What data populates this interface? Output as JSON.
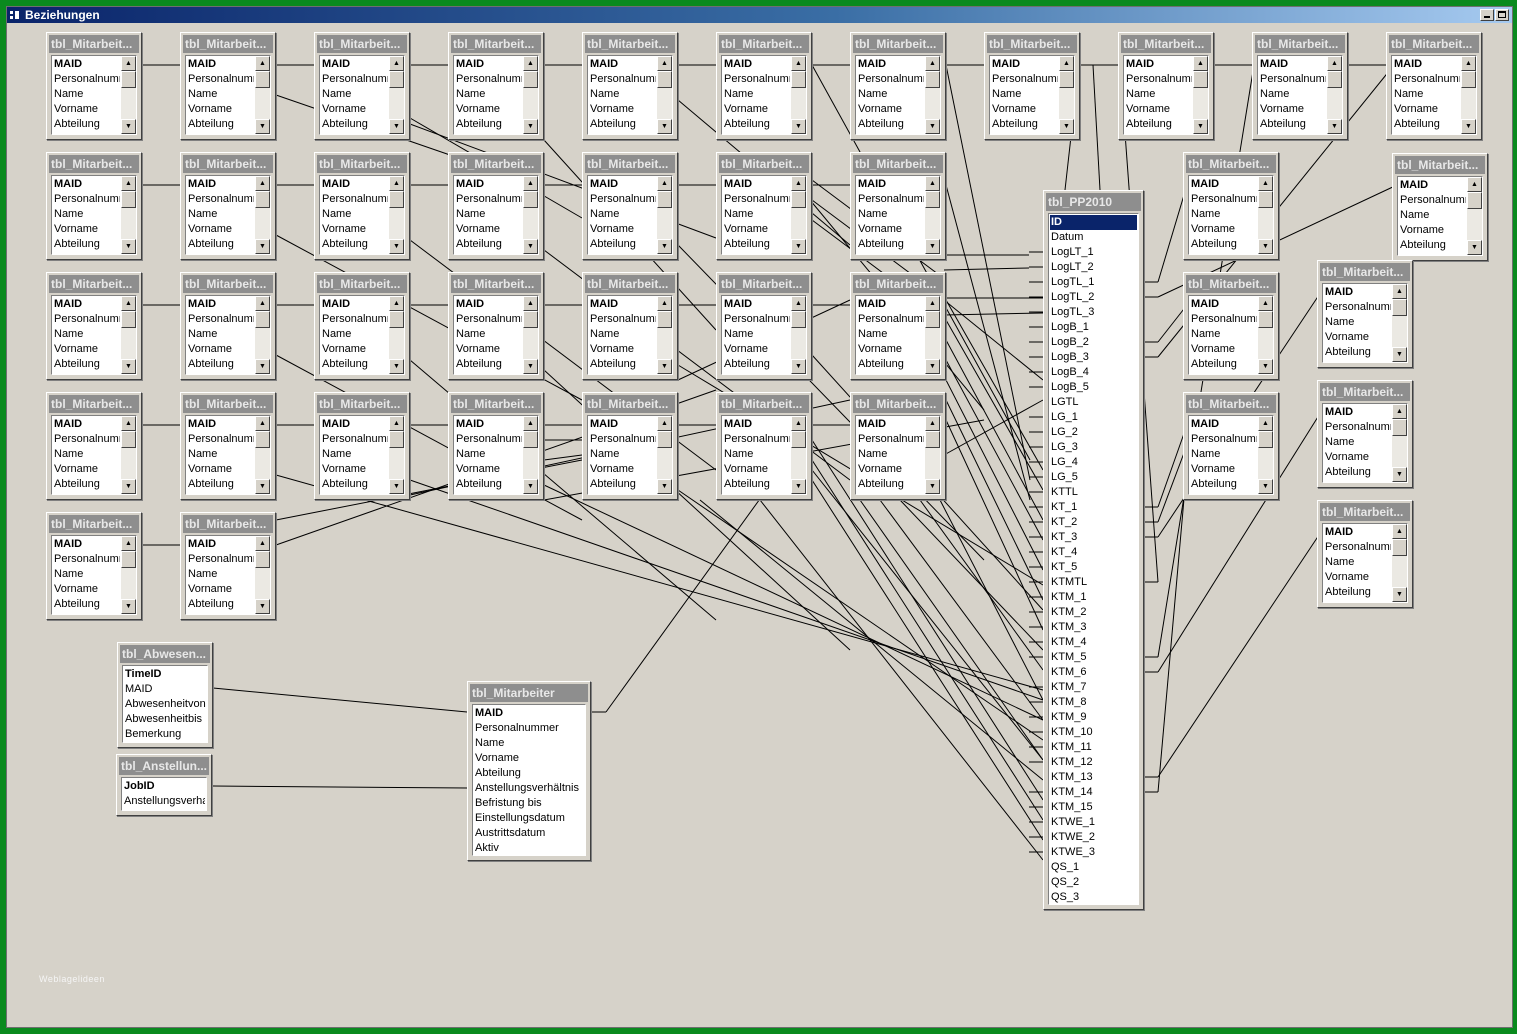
{
  "window": {
    "title": "Beziehungen"
  },
  "icons": {
    "window": "db-window-icon",
    "minimize": "minimize-icon",
    "maximize": "maximize-icon",
    "scroll_up": "scroll-up-arrow-icon",
    "scroll_down": "scroll-down-arrow-icon"
  },
  "colors": {
    "desktop": "#0a8a1e",
    "canvas": "#d6d2c9",
    "title_bar": "#0a246a",
    "table_header": "#8e8e8e",
    "selected_field": "#0a246a",
    "line": "#000000"
  },
  "mitarbeit_table": {
    "title": "tbl_Mitarbeit...",
    "fields": [
      "MAID",
      "Personalnumm",
      "Name",
      "Vorname",
      "Abteilung"
    ]
  },
  "abwesen_table": {
    "title": "tbl_Abwesen...",
    "fields": [
      "TimeID",
      "MAID",
      "Abwesenheitvon",
      "Abwesenheitbis",
      "Bemerkung"
    ]
  },
  "anstellung_table": {
    "title": "tbl_Anstellun...",
    "fields": [
      "JobID",
      "Anstellungsverha"
    ]
  },
  "mitarbeiter_main": {
    "title": "tbl_Mitarbeiter",
    "fields": [
      "MAID",
      "Personalnummer",
      "Name",
      "Vorname",
      "Abteilung",
      "Anstellungsverhältnis",
      "Befristung bis",
      "Einstellungsdatum",
      "Austrittsdatum",
      "Aktiv"
    ]
  },
  "pp2010_table": {
    "title": "tbl_PP2010",
    "fields": [
      "ID",
      "Datum",
      "LogLT_1",
      "LogLT_2",
      "LogTL_1",
      "LogTL_2",
      "LogTL_3",
      "LogB_1",
      "LogB_2",
      "LogB_3",
      "LogB_4",
      "LogB_5",
      "LGTL",
      "LG_1",
      "LG_2",
      "LG_3",
      "LG_4",
      "LG_5",
      "KTTL",
      "KT_1",
      "KT_2",
      "KT_3",
      "KT_4",
      "KT_5",
      "KTMTL",
      "KTM_1",
      "KTM_2",
      "KTM_3",
      "KTM_4",
      "KTM_5",
      "KTM_6",
      "KTM_7",
      "KTM_8",
      "KTM_9",
      "KTM_10",
      "KTM_11",
      "KTM_12",
      "KTM_13",
      "KTM_14",
      "KTM_15",
      "KTWE_1",
      "KTWE_2",
      "KTWE_3",
      "QS_1",
      "QS_2",
      "QS_3"
    ]
  },
  "watermark": "Weblagelideen"
}
